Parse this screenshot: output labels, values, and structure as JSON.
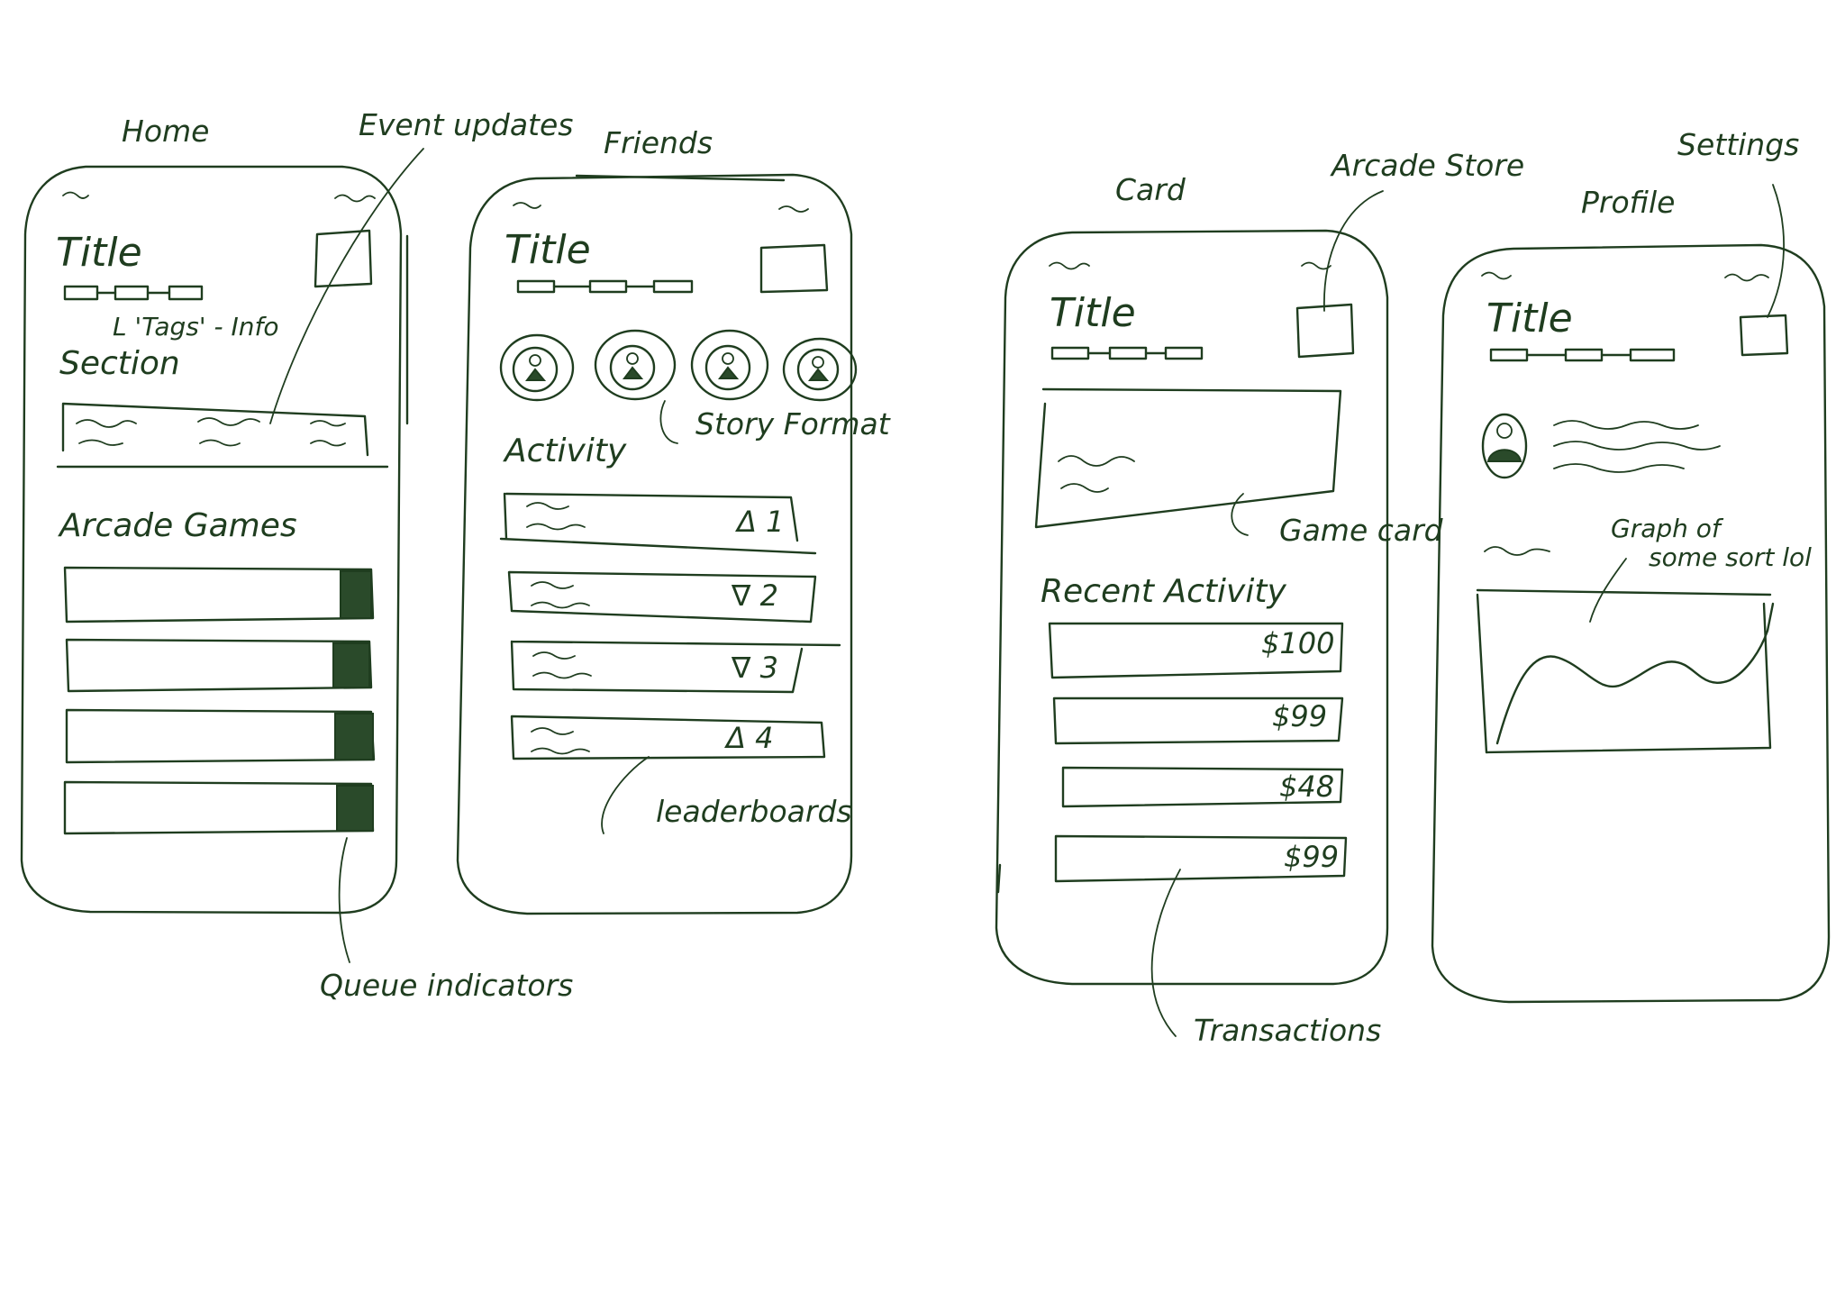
{
  "screens": {
    "home": "Home",
    "friends": "Friends",
    "card": "Card",
    "profile": "Profile"
  },
  "titles": {
    "title": "Title"
  },
  "home": {
    "section": "Section",
    "arcade_games": "Arcade Games"
  },
  "friends": {
    "activity": "Activity",
    "leaderboard": [
      {
        "rank": "Δ 1"
      },
      {
        "rank": "∇ 2"
      },
      {
        "rank": "∇ 3"
      },
      {
        "rank": "Δ 4"
      }
    ]
  },
  "card": {
    "recent_activity": "Recent Activity",
    "transactions": [
      "$100",
      "$99",
      "$48",
      "$99"
    ]
  },
  "annotations": {
    "event_updates": "Event updates",
    "tags_info": "L 'Tags' - Info",
    "queue_indicators": "Queue indicators",
    "story_format": "Story Format",
    "leaderboards": "leaderboards",
    "arcade_store": "Arcade Store",
    "game_card": "Game card",
    "transactions": "Transactions",
    "settings": "Settings",
    "graph_line1": "Graph of",
    "graph_line2": "some sort lol"
  },
  "colors": {
    "ink": "#1f3d1f",
    "paper": "#ffffff"
  }
}
